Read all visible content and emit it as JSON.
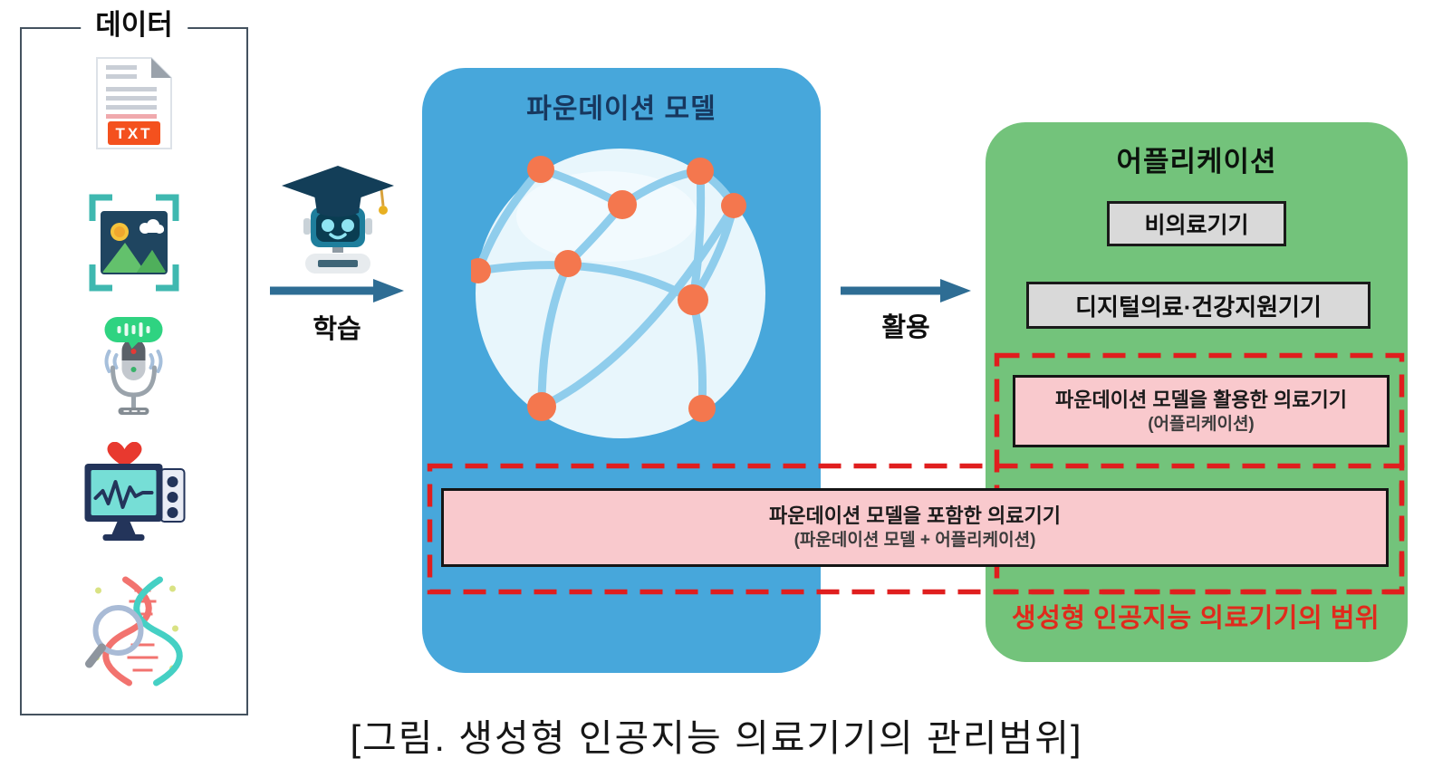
{
  "data_panel": {
    "title": "데이터",
    "txt_badge": "TXT",
    "icons": [
      "text-data-icon",
      "image-data-icon",
      "voice-data-icon",
      "vital-signal-data-icon",
      "genomic-data-icon"
    ]
  },
  "learn": {
    "label": "학습"
  },
  "foundation": {
    "title": "파운데이션 모델"
  },
  "utilize": {
    "label": "활용"
  },
  "application": {
    "title": "어플리케이션",
    "non_medical_device": "비의료기기",
    "digital_health_device": "디지털의료·건강지원기기",
    "fm_applied": {
      "line1": "파운데이션 모델을 활용한 의료기기",
      "line2": "(어플리케이션)"
    },
    "scope_label": "생성형 인공지능 의료기기의 범위"
  },
  "fm_included": {
    "line1": "파운데이션 모델을 포함한 의료기기",
    "line2": "(파운데이션 모델 + 어플리케이션)"
  },
  "caption": "[그림. 생성형 인공지능 의료기기의 관리범위]",
  "colors": {
    "foundation_blue": "#47A7DB",
    "application_green": "#73C37B",
    "device_pink": "#F9C9CD",
    "device_gray": "#D9D9D9",
    "dashed_red": "#E01E1E",
    "scope_text_red": "#E02A1C",
    "arrow_teal": "#2E6D94",
    "node_orange": "#F4774E"
  }
}
